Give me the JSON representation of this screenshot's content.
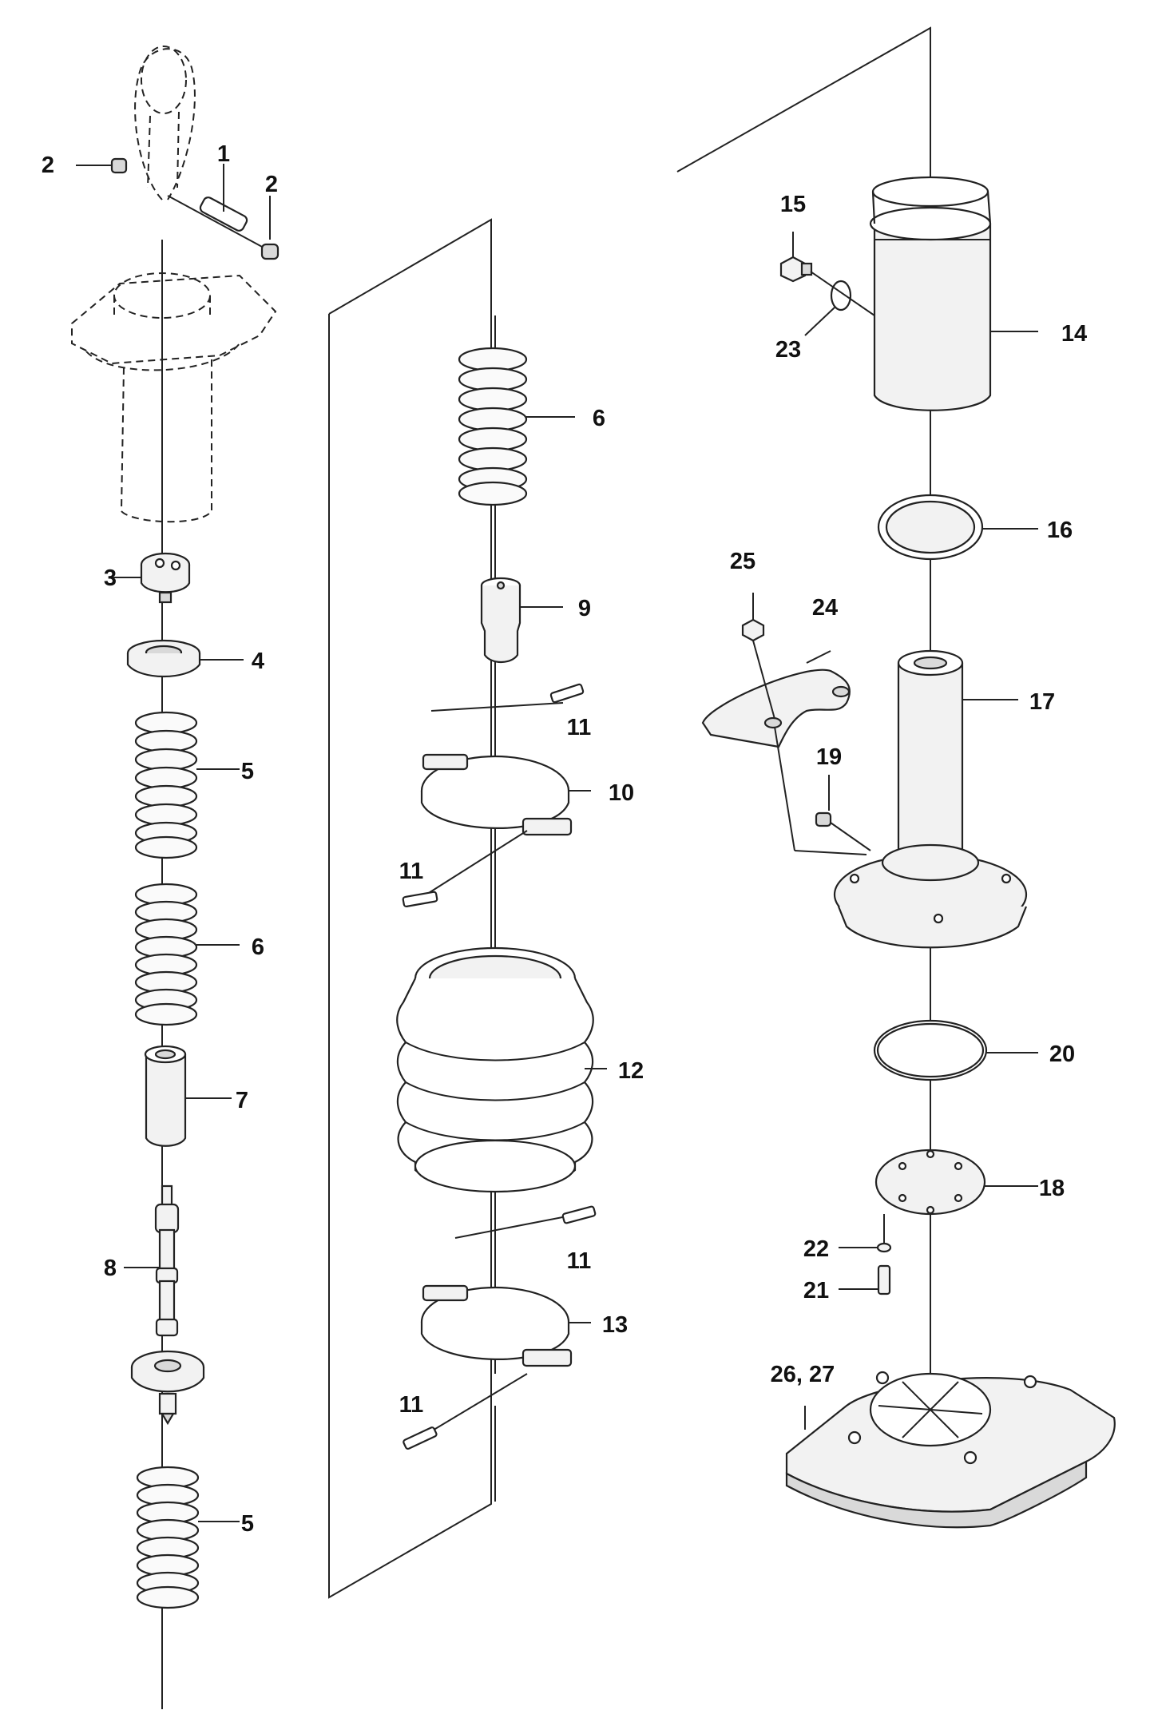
{
  "labels": {
    "l1": "1",
    "l2a": "2",
    "l2b": "2",
    "l3": "3",
    "l4": "4",
    "l5a": "5",
    "l5b": "5",
    "l6a": "6",
    "l6b": "6",
    "l7": "7",
    "l8": "8",
    "l9": "9",
    "l10": "10",
    "l11a": "11",
    "l11b": "11",
    "l11c": "11",
    "l11d": "11",
    "l12": "12",
    "l13": "13",
    "l14": "14",
    "l15": "15",
    "l16": "16",
    "l17": "17",
    "l18": "18",
    "l19": "19",
    "l20": "20",
    "l21": "21",
    "l22": "22",
    "l23": "23",
    "l24": "24",
    "l25": "25",
    "l26": "26, 27"
  }
}
